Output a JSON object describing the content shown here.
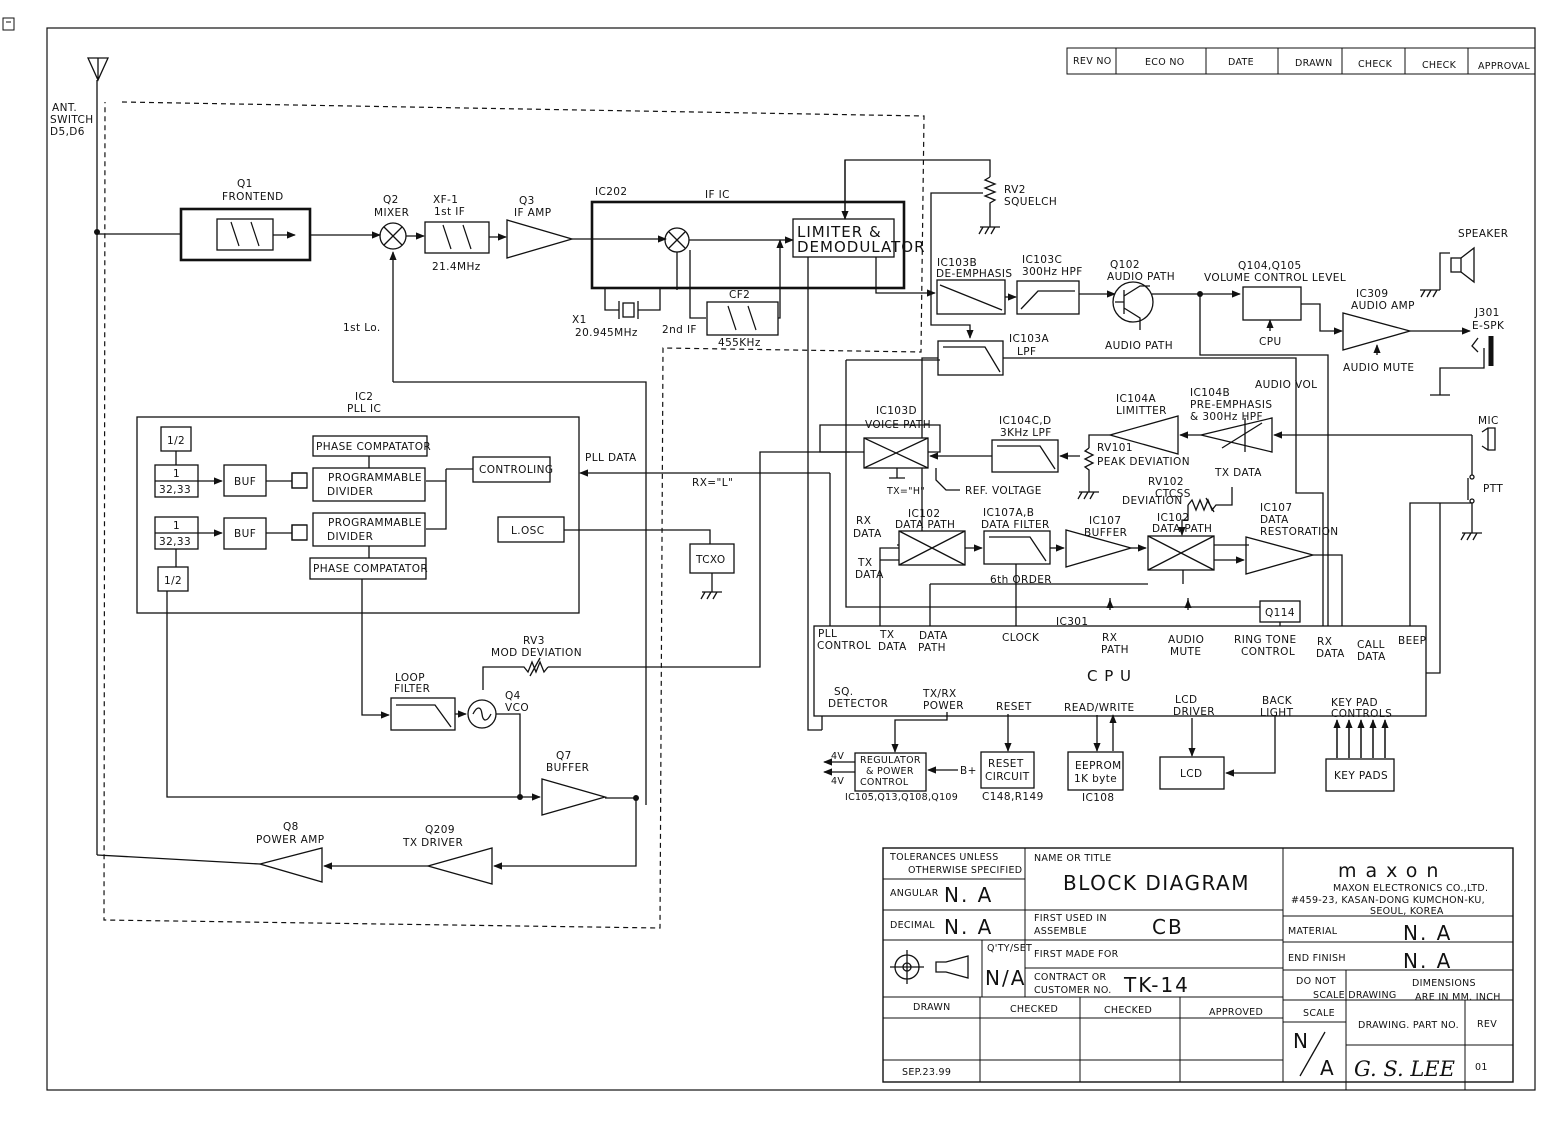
{
  "diagram": {
    "antenna": {
      "label1": "ANT.",
      "label2": "SWITCH",
      "label3": "D5,D6"
    },
    "q1": {
      "ref": "Q1",
      "name": "FRONTEND"
    },
    "q2": {
      "ref": "Q2",
      "name": "MIXER"
    },
    "xf1": {
      "ref": "XF-1",
      "name": "1st IF",
      "freq": "21.4MHz"
    },
    "q3": {
      "ref": "Q3",
      "name": "IF AMP"
    },
    "ic202": {
      "ref": "IC202",
      "name": "IF IC"
    },
    "limiter": {
      "line1": "LIMITER &",
      "line2": "DEMODULATOR"
    },
    "x1": {
      "ref": "X1",
      "freq": "20.945MHz"
    },
    "cf2": {
      "ref": "CF2",
      "freq": "455KHz",
      "second_if": "2nd IF"
    },
    "first_lo": "1st Lo.",
    "rv2": {
      "ref": "RV2",
      "name": "SQUELCH"
    },
    "ic103b": {
      "ref": "IC103B",
      "name": "DE-EMPHASIS"
    },
    "ic103c": {
      "ref": "IC103C",
      "name": "300Hz HPF"
    },
    "q102": {
      "ref": "Q102",
      "name": "AUDIO PATH",
      "below": "AUDIO PATH"
    },
    "q104": {
      "ref": "Q104,Q105",
      "name": "VOLUME CONTROL LEVEL",
      "cpu": "CPU"
    },
    "ic309": {
      "ref": "IC309",
      "name": "AUDIO AMP",
      "mute": "AUDIO MUTE"
    },
    "speaker": {
      "label": "SPEAKER",
      "jack_ref": "J301",
      "jack_name": "E-SPK"
    },
    "ic103a": {
      "ref": "IC103A",
      "name": "LPF"
    },
    "audio_vol": "AUDIO VOL",
    "ic104a": {
      "ref": "IC104A",
      "name": "LIMITTER"
    },
    "ic104b": {
      "ref": "IC104B",
      "name1": "PRE-EMPHASIS",
      "name2": "& 300Hz HPF"
    },
    "mic": "MIC",
    "ptt": "PTT",
    "ic103d": {
      "ref": "IC103D",
      "name": "VOICE PATH",
      "txh": "TX=\"H\"",
      "ref_voltage": "REF. VOLTAGE"
    },
    "ic104cd": {
      "ref": "IC104C,D",
      "name": "3KHz LPF"
    },
    "rv101": {
      "ref": "RV101",
      "name": "PEAK  DEVIATION"
    },
    "rv102": {
      "ref": "RV102",
      "name1": "CTCSS",
      "name2": "DEVIATION",
      "tx_data": "TX DATA"
    },
    "pll": {
      "ref": "IC2",
      "name": "PLL IC",
      "half_top": "1/2",
      "div_top": "1",
      "div_top2": "32,33",
      "buf1": "BUF",
      "buf2": "BUF",
      "phase1": "PHASE COMPATATOR",
      "prog1a": "PROGRAMMABLE",
      "prog1b": "DIVIDER",
      "prog2a": "PROGRAMMABLE",
      "prog2b": "DIVIDER",
      "controling": "CONTROLING",
      "losc": "L.OSC",
      "div_bot": "1",
      "div_bot2": "32,33",
      "half_bot": "1/2",
      "phase2": "PHASE COMPATATOR",
      "pll_data": "PLL DATA"
    },
    "rx_l": "RX=\"L\"",
    "tcxo": "TCXO",
    "ic102a": {
      "ref": "IC102",
      "name": "DATA PATH",
      "rx_data1": "RX",
      "rx_data2": "DATA",
      "tx_data1": "TX",
      "tx_data2": "DATA"
    },
    "ic107ab": {
      "ref": "IC107A,B",
      "name": "DATA FILTER",
      "order": "6th ORDER"
    },
    "ic107buf": {
      "ref": "IC107",
      "name": "BUFFER"
    },
    "ic102b": {
      "ref": "IC102",
      "name": "DATA PATH"
    },
    "ic107res": {
      "ref": "IC107",
      "name1": "DATA",
      "name2": "RESTORATION"
    },
    "q114": "Q114",
    "cpu": {
      "ref": "IC301",
      "title": "C P U",
      "pll_control1": "PLL",
      "pll_control2": "CONTROL",
      "tx_data1": "TX",
      "tx_data2": "DATA",
      "data_path1": "DATA",
      "data_path2": "PATH",
      "clock": "CLOCK",
      "rx_path1": "RX",
      "rx_path2": "PATH",
      "audio_mute1": "AUDIO",
      "audio_mute2": "MUTE",
      "ring1": "RING TONE",
      "ring2": "CONTROL",
      "rx_data1": "RX",
      "rx_data2": "DATA",
      "call1": "CALL",
      "call2": "DATA",
      "beep": "BEEP",
      "sq1": "SQ.",
      "sq2": "DETECTOR",
      "txrx1": "TX/RX",
      "txrx2": "POWER",
      "reset": "RESET",
      "readwrite": "READ/WRITE",
      "lcd1": "LCD",
      "lcd2": "DRIVER",
      "back1": "BACK",
      "back2": "LIGHT",
      "key1": "KEY PAD",
      "key2": "CONTROLS"
    },
    "rv3": {
      "ref": "RV3",
      "name": "MOD DEVIATION"
    },
    "loop": {
      "line1": "LOOP",
      "line2": "FILTER"
    },
    "q4": {
      "ref": "Q4",
      "name": "VCO"
    },
    "q7": {
      "ref": "Q7",
      "name": "BUFFER"
    },
    "q8": {
      "ref": "Q8",
      "name": "POWER AMP"
    },
    "q209": {
      "ref": "Q209",
      "name": "TX DRIVER"
    },
    "regulator": {
      "line1": "REGULATOR",
      "line2": "& POWER",
      "line3": "CONTROL",
      "refs": "IC105,Q13,Q108,Q109",
      "v1": "4V",
      "v2": "4V",
      "bplus": "B+"
    },
    "reset_circuit": {
      "line1": "RESET",
      "line2": "CIRCUIT",
      "refs": "C148,R149"
    },
    "eeprom": {
      "line1": "EEPROM",
      "line2": "1K byte",
      "ref": "IC108"
    },
    "lcd": "LCD",
    "keypads": "KEY PADS"
  },
  "revision_block": {
    "headers": [
      "REV NO",
      "ECO NO",
      "DATE",
      "DRAWN",
      "CHECK",
      "CHECK",
      "APPROVAL"
    ]
  },
  "title_block": {
    "tolerances1": "TOLERANCES UNLESS",
    "tolerances2": "OTHERWISE SPECIFIED",
    "angular_label": "ANGULAR",
    "angular_value": "N.  A",
    "decimal_label": "DECIMAL",
    "decimal_value": "N.  A",
    "qty_label": "Q'TY/SET",
    "qty_value": "N/A",
    "name_label": "NAME OR TITLE",
    "title": "BLOCK DIAGRAM",
    "first_used1": "FIRST USED IN",
    "first_used2": "ASSEMBLE",
    "first_used_value": "CB",
    "first_made": "FIRST MADE FOR",
    "contract1": "CONTRACT OR",
    "contract2": "CUSTOMER NO.",
    "contract_value": "TK-14",
    "company_logo": "maxon",
    "company1": "MAXON ELECTRONICS CO.,LTD.",
    "company2": "#459-23, KASAN-DONG KUMCHON-KU,",
    "company3": "SEOUL, KOREA",
    "material_label": "MATERIAL",
    "material_value": "N.  A",
    "finish_label": "END FINISH",
    "finish_value": "N.  A",
    "donot1": "DO NOT",
    "donot2": "SCALE DRAWING",
    "dims1": "DIMENSIONS",
    "dims2": "ARE IN MM. INCH",
    "drawn": "DRAWN",
    "checked1": "CHECKED",
    "checked2": "CHECKED",
    "approved": "APPROVED",
    "scale_label": "SCALE",
    "scale_n": "N",
    "scale_a": "A",
    "part_label": "DRAWING. PART NO.",
    "rev_label": "REV",
    "signature": "G. S. LEE",
    "rev_value": "01",
    "date": "SEP.23.99"
  }
}
